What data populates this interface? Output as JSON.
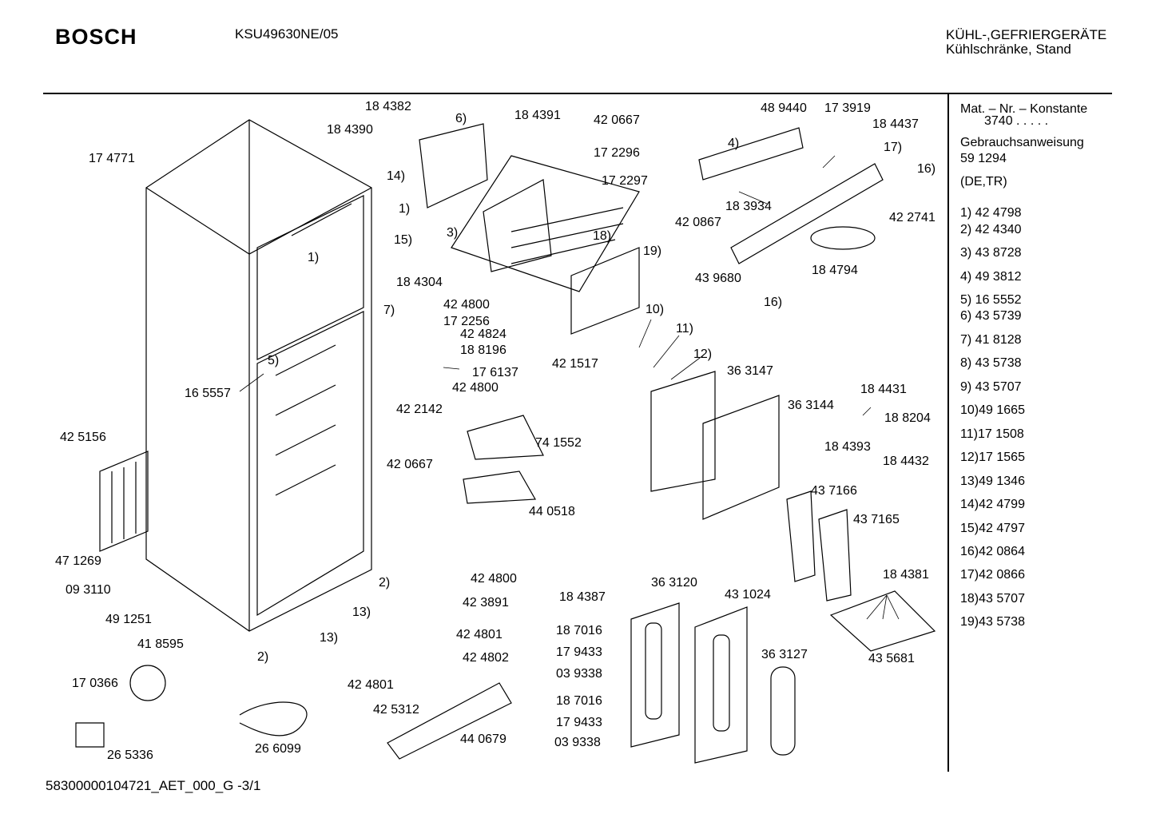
{
  "header": {
    "brand": "BOSCH",
    "model": "KSU49630NE/05",
    "category_line1": "KÜHL-,GEFRIERGERÄTE",
    "category_line2": "Kühlschränke, Stand"
  },
  "legend": {
    "mat_label": "Mat. – Nr. – Konstante",
    "mat_value": "3740 .  .   .  .  .",
    "manual_title": "Gebrauchsanweisung",
    "manual_number": "59 1294",
    "manual_lang": "(DE,TR)",
    "items": [
      "1)  42 4798",
      "2)  42 4340",
      "3)  43 8728",
      "4)  49 3812",
      "5)  16 5552",
      "6)  43 5739",
      "7)  41 8128",
      "8)  43 5738",
      "9)  43 5707",
      "10)49 1665",
      "11)17 1508",
      "12)17 1565",
      "13)49 1346",
      "14)42 4799",
      "15)42 4797",
      "16)42 0864",
      "17)42 0866",
      "18)43 5707",
      "19)43 5738"
    ]
  },
  "footer": {
    "doc_id": "58300000104721_AET_000_G  -3/1"
  },
  "callouts": [
    "17 4771",
    "18 4382",
    "6)",
    "18 4390",
    "18 4391",
    "42 0667",
    "17 2296",
    "17 2297",
    "14)",
    "1)",
    "15)",
    "18 4304",
    "3)",
    "18)",
    "19)",
    "1)",
    "7)",
    "42 4800",
    "17 2256",
    "42 4824",
    "18 8196",
    "17 6137",
    "42 4800",
    "5)",
    "16 5557",
    "42 2142",
    "42 5156",
    "42 0667",
    "74 1552",
    "44 0518",
    "47 1269",
    "09 3110",
    "4)",
    "48 9440",
    "17 3919",
    "18 4437",
    "17)",
    "16)",
    "18 3934",
    "42 0867",
    "42 2741",
    "43 9680",
    "18 4794",
    "16)",
    "10)",
    "11)",
    "12)",
    "42 1517",
    "36 3147",
    "36 3144",
    "18 4431",
    "18 8204",
    "18 4432",
    "18 4393",
    "43 7166",
    "43 7165",
    "18 4381",
    "43 5681",
    "2)",
    "42 4800",
    "42 3891",
    "13)",
    "13)",
    "42 4801",
    "42 4802",
    "42 4801",
    "2)",
    "49 1251",
    "41 8595",
    "17 0366",
    "26 5336",
    "26 6099",
    "42 5312",
    "44 0679",
    "18 4387",
    "36 3120",
    "43 1024",
    "18 7016",
    "17 9433",
    "03 9338",
    "18 7016",
    "17 9433",
    "03 9338",
    "36 3127"
  ]
}
